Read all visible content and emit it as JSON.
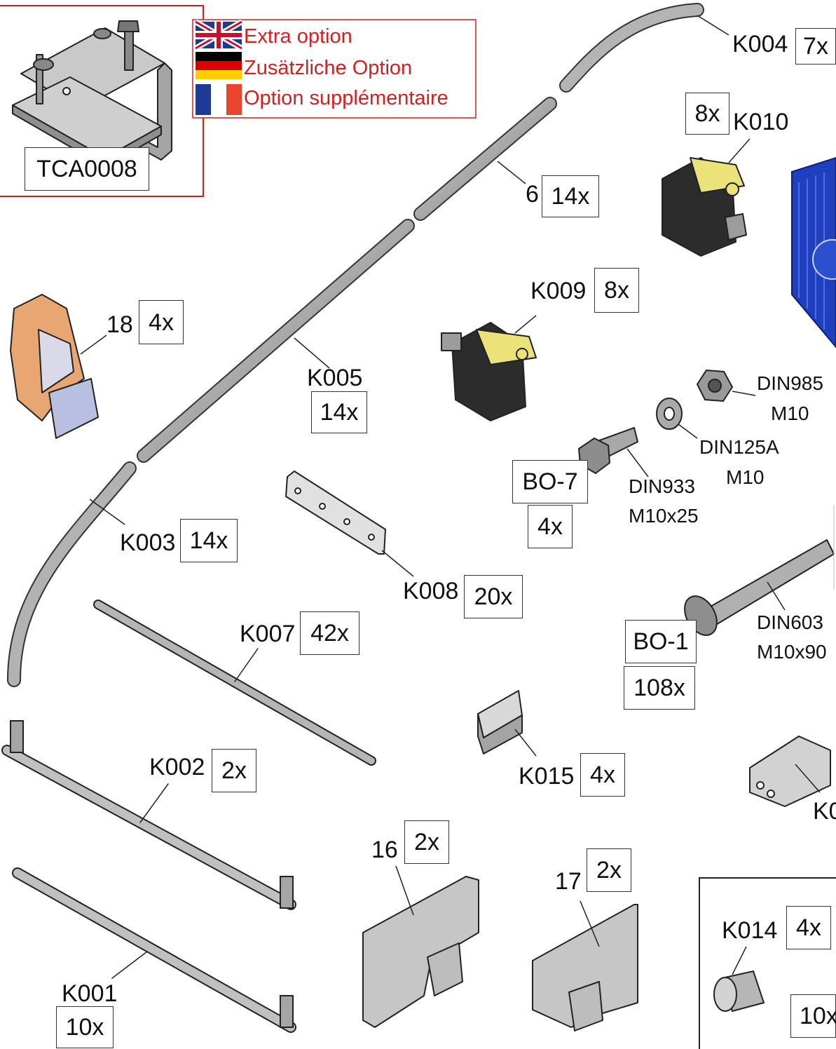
{
  "legend": {
    "lines": [
      {
        "flag": "uk-flag-icon",
        "text": "Extra option"
      },
      {
        "flag": "germany-flag-icon",
        "text": "Zusätzliche Option"
      },
      {
        "flag": "france-flag-icon",
        "text": "Option supplémentaire"
      }
    ],
    "option_part": {
      "code": "TCA0008"
    },
    "accent_color": "#d41f1f"
  },
  "parts": [
    {
      "code": "K004",
      "qty": "7x"
    },
    {
      "code": "K010",
      "qty": "8x"
    },
    {
      "code": "6",
      "qty": "14x"
    },
    {
      "code": "K009",
      "qty": "8x"
    },
    {
      "code": "18",
      "qty": "4x"
    },
    {
      "code": "K005",
      "qty": "14x"
    },
    {
      "code": "K003",
      "qty": "14x"
    },
    {
      "code": "K008",
      "qty": "20x"
    },
    {
      "code": "K007",
      "qty": "42x"
    },
    {
      "code": "BO-7",
      "qty": "4x"
    },
    {
      "code": "BO-1",
      "qty": "108x"
    },
    {
      "code": "K015",
      "qty": "4x"
    },
    {
      "code": "K002",
      "qty": "2x"
    },
    {
      "code": "16",
      "qty": "2x"
    },
    {
      "code": "17",
      "qty": "2x"
    },
    {
      "code": "K014",
      "qty": "4x"
    },
    {
      "code": "K001",
      "qty": "10x"
    },
    {
      "code": "K0",
      "qty": "10x"
    }
  ],
  "specs": {
    "din985": {
      "name": "DIN985",
      "size": "M10"
    },
    "din125a": {
      "name": "DIN125A",
      "size": "M10"
    },
    "din933": {
      "name": "DIN933",
      "size": "M10x25"
    },
    "din603": {
      "name": "DIN603",
      "size": "M10x90"
    }
  },
  "colors": {
    "container": "#1f3fbf",
    "strap_yellow": "#ece27a",
    "orange_part": "#e8a672",
    "part_gray": "#bdbdbd",
    "bracket_dark": "#2a2a2a"
  }
}
